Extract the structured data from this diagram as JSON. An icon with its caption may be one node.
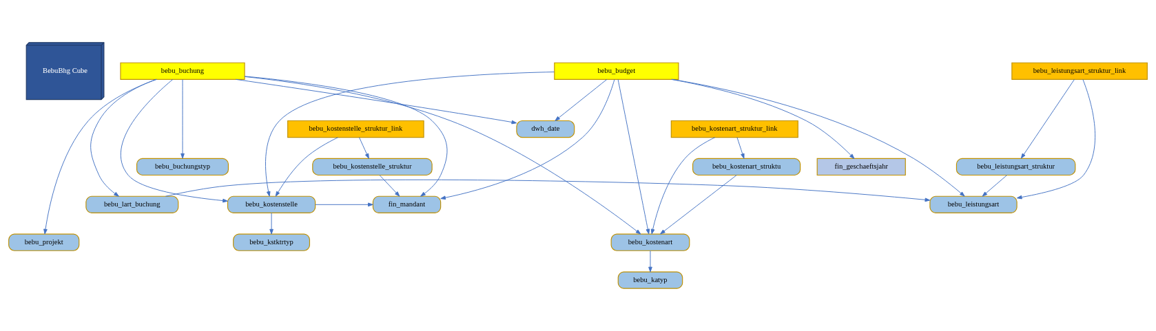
{
  "diagram": {
    "nodes": [
      {
        "text": [
          "BebuBhg Cube"
        ]
      },
      {
        "text": [
          "dwh_date"
        ]
      },
      {
        "text": [
          "bebu_budget"
        ]
      },
      {
        "text": [
          "bebu_buchung"
        ]
      },
      {
        "text": [
          "bebu_leistungsart_struktur_link"
        ]
      },
      {
        "text": [
          "bebu_kostenart_struktur_link"
        ]
      },
      {
        "text": [
          "bebu_kostenstelle_struktur_link"
        ]
      },
      {
        "text": [
          "bebu_leistungsart_struktur"
        ]
      },
      {
        "text": [
          "bebu_buchungstyp"
        ]
      },
      {
        "text": [
          "fin_geschaeftsjahr"
        ]
      },
      {
        "text": [
          "bebu_kostenart_struktu"
        ]
      },
      {
        "text": [
          "bebu_kostenstelle_struktur"
        ]
      },
      {
        "text": [
          "fin_mandant"
        ]
      },
      {
        "text": [
          "bebu_lart_buchung"
        ]
      },
      {
        "text": [
          "bebu_leistungsart"
        ]
      },
      {
        "text": [
          "bebu_kostenstelle"
        ]
      },
      {
        "text": [
          "bebu_kstktrtyp"
        ]
      },
      {
        "text": [
          "bebu_kostenart"
        ]
      },
      {
        "text": [
          "bebu_projekt"
        ]
      },
      {
        "text": [
          "bebu_katyp"
        ]
      }
    ],
    "edges": [
      {
        "from": 2,
        "to": 1,
        "arrow": "to"
      },
      {
        "from": 3,
        "to": 1,
        "arrow": "to"
      },
      {
        "from": 2,
        "to": 9,
        "arrow": "to"
      },
      {
        "from": 3,
        "to": 8,
        "arrow": "to"
      },
      {
        "from": 2,
        "to": 12,
        "arrow": "to"
      },
      {
        "from": 2,
        "to": 17,
        "arrow": "to"
      },
      {
        "from": 2,
        "to": 15,
        "arrow": "to"
      },
      {
        "from": 2,
        "to": 14,
        "arrow": "to"
      },
      {
        "from": 3,
        "to": 12,
        "arrow": "to"
      },
      {
        "from": 3,
        "to": 17,
        "arrow": "to"
      },
      {
        "from": 3,
        "to": 18,
        "arrow": "to"
      },
      {
        "from": 3,
        "to": 15,
        "arrow": "to"
      },
      {
        "from": 3,
        "to": 13,
        "arrow": "to"
      },
      {
        "from": 5,
        "to": 10,
        "arrow": "to"
      },
      {
        "from": 5,
        "to": 17,
        "arrow": "to"
      },
      {
        "from": 10,
        "to": 17,
        "arrow": "to"
      },
      {
        "from": 17,
        "to": 19,
        "arrow": "to"
      },
      {
        "from": 6,
        "to": 11,
        "arrow": "to"
      },
      {
        "from": 6,
        "to": 15,
        "arrow": "to"
      },
      {
        "from": 11,
        "to": 12,
        "arrow": "to"
      },
      {
        "from": 15,
        "to": 12,
        "arrow": "to"
      },
      {
        "from": 15,
        "to": 16,
        "arrow": "to"
      },
      {
        "from": 13,
        "to": 14,
        "arrow": "to"
      },
      {
        "from": 4,
        "to": 7,
        "arrow": "to"
      },
      {
        "from": 4,
        "to": 14,
        "arrow": "to"
      },
      {
        "from": 7,
        "to": 14,
        "arrow": "to"
      }
    ]
  }
}
